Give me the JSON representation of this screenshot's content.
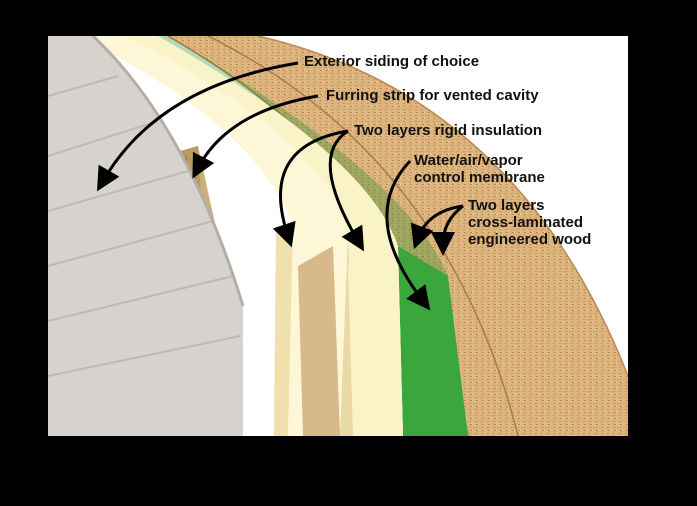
{
  "diagram": {
    "labels": {
      "siding": "Exterior siding of choice",
      "furring": "Furring strip for vented cavity",
      "insulation": "Two layers rigid insulation",
      "membrane_line1": "Water/air/vapor",
      "membrane_line2": "control membrane",
      "clt_line1": "Two layers",
      "clt_line2": "cross-laminated",
      "clt_line3": "engineered wood"
    },
    "colors": {
      "background": "#000000",
      "panel": "#ffffff",
      "siding": "#d6d3cf",
      "furring": "#c9b27a",
      "insulation": "#fbf3c8",
      "insulation_edge": "#e8d9a0",
      "membrane": "#3aa63c",
      "wood": "#d9b07a",
      "osb_texture": "#c49a5e",
      "arrow": "#000000"
    }
  }
}
